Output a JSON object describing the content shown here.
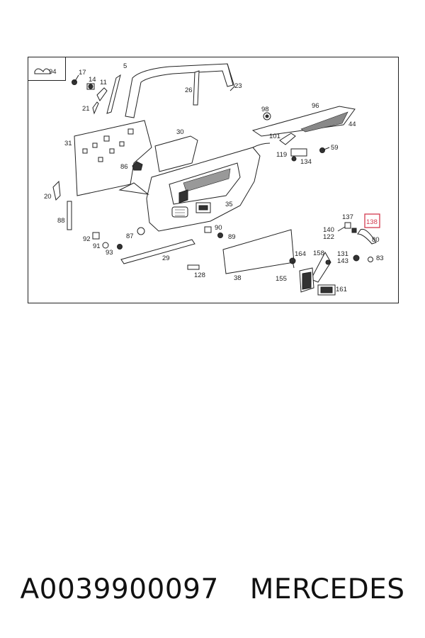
{
  "diagram": {
    "inset_label": "94",
    "highlight_label": "138",
    "highlight_color": "#d23a4e",
    "labels": {
      "l5": "5",
      "l17": "17",
      "l14": "14",
      "l11": "11",
      "l21": "21",
      "l26": "26",
      "l23": "23",
      "l98": "98",
      "l96": "96",
      "l44": "44",
      "l31": "31",
      "l30": "30",
      "l101": "101",
      "l59": "59",
      "l119": "119",
      "l134": "134",
      "l86": "86",
      "l20": "20",
      "l88": "88",
      "l35": "35",
      "l137": "137",
      "l140": "140",
      "l122": "122",
      "l80": "80",
      "l92": "92",
      "l87": "87",
      "l90": "90",
      "l89": "89",
      "l91": "91",
      "l93": "93",
      "l29": "29",
      "l164": "164",
      "l158": "158",
      "l131": "131",
      "l143": "143",
      "l83": "83",
      "l128": "128",
      "l38": "38",
      "l155": "155",
      "l161": "161"
    }
  },
  "caption": {
    "part_number": "A0039900097",
    "brand": "MERCEDES"
  }
}
